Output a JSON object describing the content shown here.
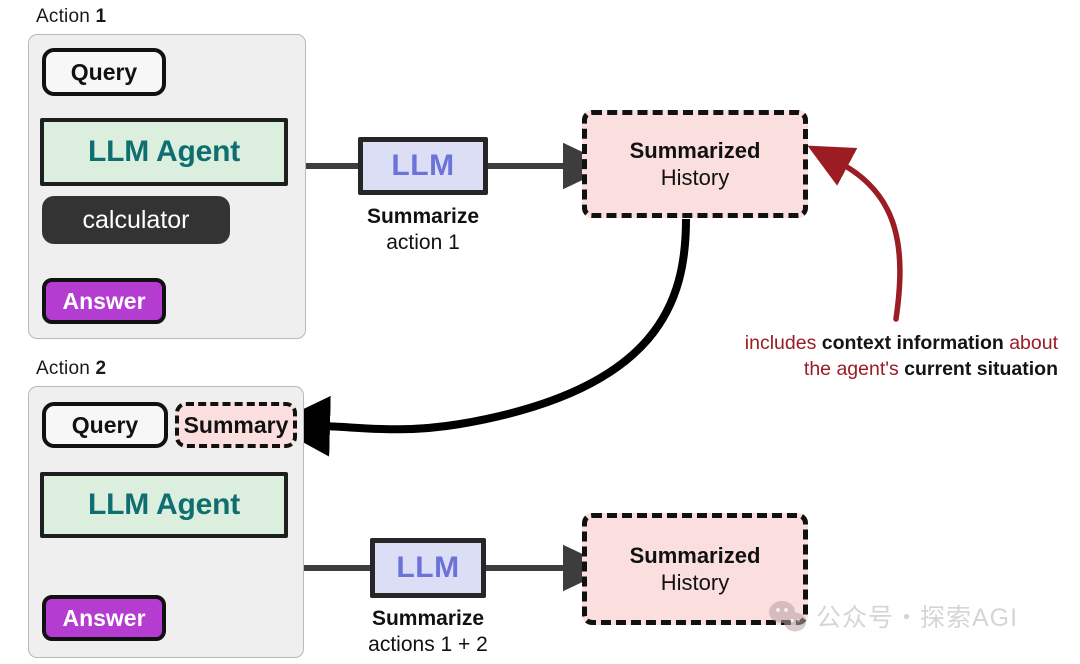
{
  "diagram": {
    "title": "LLM agent action summarization loop",
    "colors": {
      "panel_bg": "#efefef",
      "agent_fill": "#dceedd",
      "agent_text": "#0f6e70",
      "llm_fill": "#dcdef5",
      "llm_text": "#6b73d8",
      "history_fill": "#fbdfdf",
      "answer_fill": "#b43cd0",
      "tool_fill": "#333333",
      "annotation_red": "#9b1c22",
      "arrow_dark": "#3d3d3d",
      "arrow_black": "#000000"
    }
  },
  "action1": {
    "label_prefix": "Action ",
    "label_number": "1",
    "query": "Query",
    "agent": "LLM Agent",
    "tool": "calculator",
    "answer": "Answer"
  },
  "action2": {
    "label_prefix": "Action ",
    "label_number": "2",
    "query": "Query",
    "summary": "Summary",
    "agent": "LLM Agent",
    "answer": "Answer"
  },
  "summarizer_top": {
    "box": "LLM",
    "caption_bold": "Summarize",
    "caption_rest": "action 1"
  },
  "summarizer_bottom": {
    "box": "LLM",
    "caption_bold": "Summarize",
    "caption_rest": "actions 1 + 2"
  },
  "history_top": {
    "line1": "Summarized",
    "line2": "History"
  },
  "history_bottom": {
    "line1": "Summarized",
    "line2": "History"
  },
  "annotation": {
    "line1_a": "includes ",
    "line1_b": "context information",
    "line1_c": " about",
    "line2_a": "the agent's ",
    "line2_b": "current situation"
  },
  "watermark": {
    "icon": "wechat-icon",
    "text": "公众号・探索AGI"
  }
}
